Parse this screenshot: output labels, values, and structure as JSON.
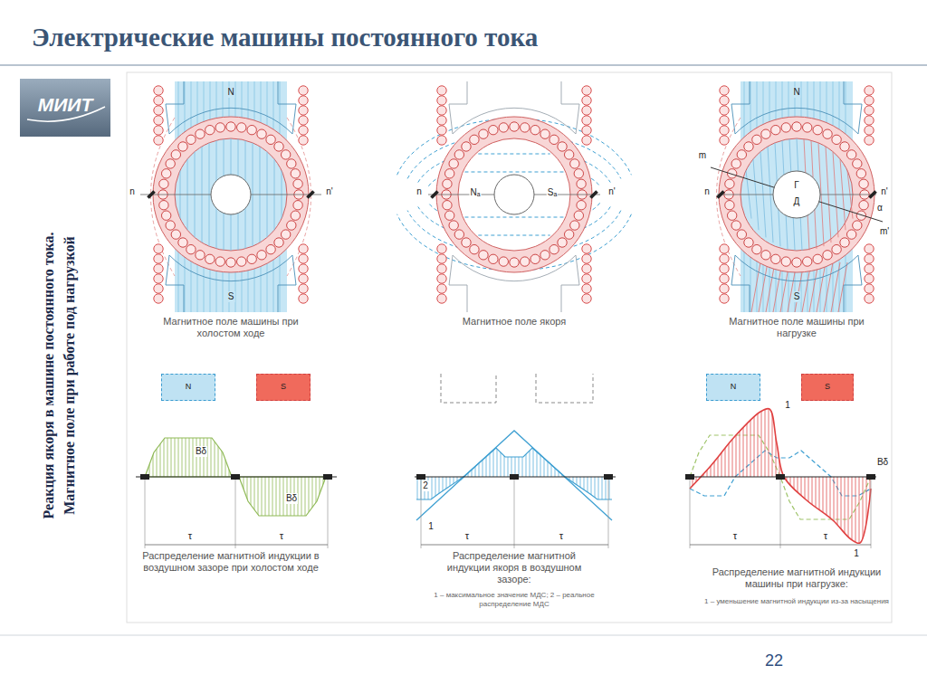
{
  "diagram": {
    "title": "Электрические машины постоянного тока",
    "nodes": [
      {
        "text": [
          "N"
        ]
      },
      {
        "text": [
          "S"
        ]
      },
      {
        "text": [
          "N"
        ]
      },
      {
        "text": [
          "S"
        ]
      }
    ],
    "labels": [
      "МИИТ",
      "Реакция якоря в машине постоянного тока.",
      "Магнитное поле при работе под нагрузкой",
      "N",
      "S",
      "n",
      "n'",
      "n",
      "n'",
      "Nₐ",
      "Sₐ",
      "N",
      "S",
      "m",
      "m'",
      "n",
      "n'",
      "Г",
      "Д",
      "α",
      "Магнитное поле машины при холостом ходе",
      "Магнитное поле якоря",
      "Магнитное поле машины при нагрузке",
      "Bδ",
      "Bδ",
      "τ",
      "τ",
      "2",
      "1",
      "τ",
      "τ",
      "1",
      "1",
      "Bδ",
      "τ",
      "τ",
      "Распределение магнитной индукции в воздушном зазоре при холостом ходе",
      "Распределение магнитной индукции якоря в воздушном зазоре:",
      "1 – максимальное значение МДС; 2 – реальное распределение МДС",
      "Распределение магнитной индукции машины при нагрузке:",
      "1 – уменьшение магнитной индукции из-за насыщения",
      "22"
    ]
  }
}
